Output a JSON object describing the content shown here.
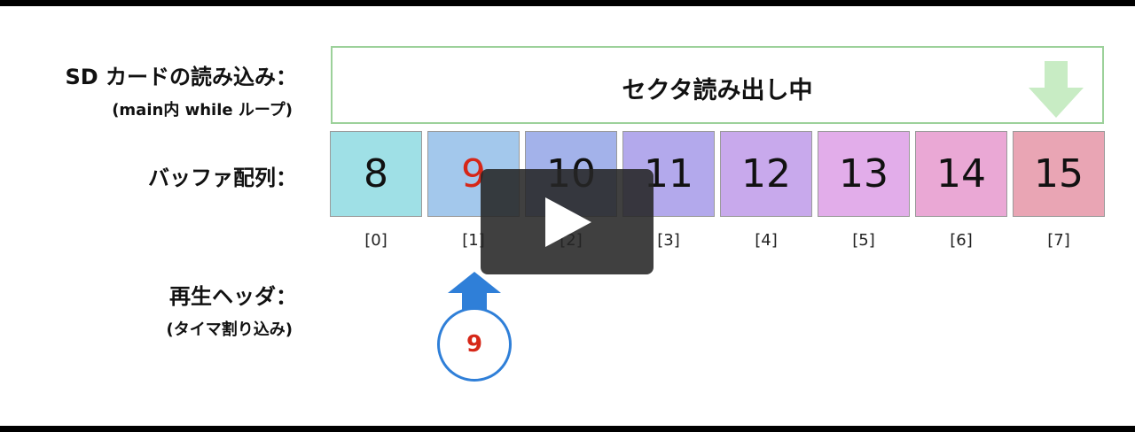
{
  "labels": {
    "sd_read": "SD カードの読み込み：",
    "sd_read_sub": "(main内 while ループ)",
    "buffer": "バッファ配列：",
    "play_header": "再生ヘッダ：",
    "play_header_sub": "(タイマ割り込み)"
  },
  "sector_status": "セクタ読み出し中",
  "buffer": {
    "values": [
      "8",
      "9",
      "10",
      "11",
      "12",
      "13",
      "14",
      "15"
    ],
    "indices": [
      "[0]",
      "[1]",
      "[2]",
      "[3]",
      "[4]",
      "[5]",
      "[6]",
      "[7]"
    ],
    "highlight_index": 1
  },
  "play_header_value": "9",
  "colors": {
    "cells": [
      "#9fe0e6",
      "#a3c8ec",
      "#a3b2ea",
      "#b3a9ec",
      "#c8a9ec",
      "#e2adea",
      "#eaa8d5",
      "#e9a5b4"
    ],
    "highlight_text": "#d62718",
    "header_blue": "#2f7fd8",
    "sector_border": "#9cd19a",
    "sector_arrow": "#c8ecc4"
  },
  "player": {
    "play_icon": "play-icon"
  }
}
